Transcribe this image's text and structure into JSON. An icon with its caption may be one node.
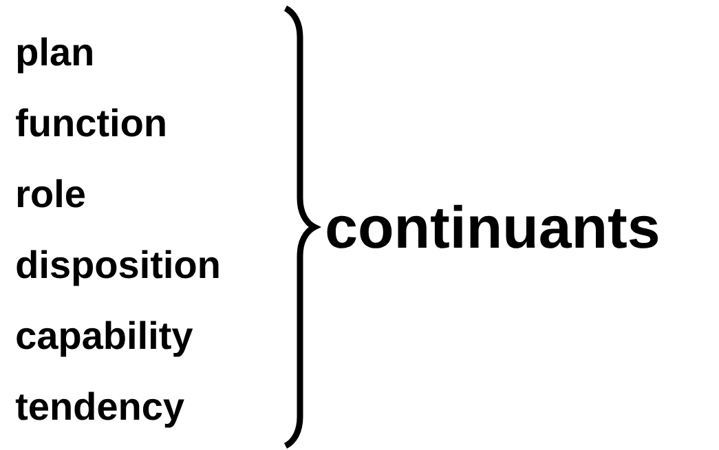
{
  "diagram": {
    "labels": [
      "plan",
      "function",
      "role",
      "disposition",
      "capability",
      "tendency",
      "continuants"
    ]
  }
}
